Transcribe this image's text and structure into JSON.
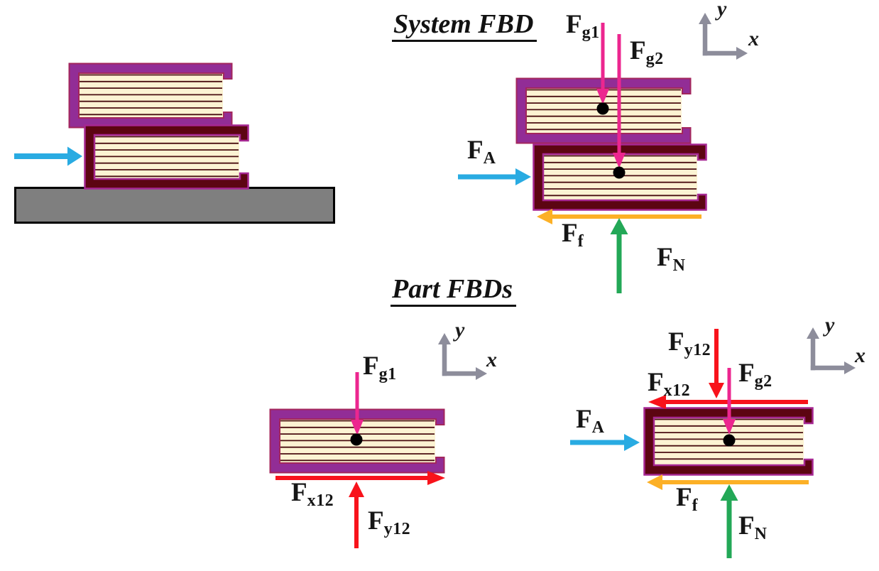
{
  "titles": {
    "system_fbd": "System FBD",
    "part_fbds": "Part FBDs"
  },
  "axis": {
    "x_label": "x",
    "y_label": "y"
  },
  "forces": {
    "fg1": {
      "base": "F",
      "sub": "g1"
    },
    "fg2": {
      "base": "F",
      "sub": "g2"
    },
    "fa": {
      "base": "F",
      "sub": "A"
    },
    "ff": {
      "base": "F",
      "sub": "f"
    },
    "fn": {
      "base": "F",
      "sub": "N"
    },
    "fx12": {
      "base": "F",
      "sub": "x12"
    },
    "fy12": {
      "base": "F",
      "sub": "y12"
    }
  },
  "colors": {
    "applied_force": "#29ABE2",
    "gravity_force": "#EC268F",
    "interaction_force": "#F8131B",
    "friction_force": "#FCB026",
    "normal_force": "#23A857",
    "axes_gray": "#8D8D9B",
    "book1_cover": "#922D96",
    "book1_outline": "#A3265C",
    "book2_cover": "#5C0512",
    "book2_outline": "#A62792",
    "pages": "#FCF3D3",
    "page_lines": "#4A0E11",
    "table_gray": "#7F7F7F",
    "table_border": "#000000",
    "com_dot": "#000000",
    "text": "#151515"
  }
}
